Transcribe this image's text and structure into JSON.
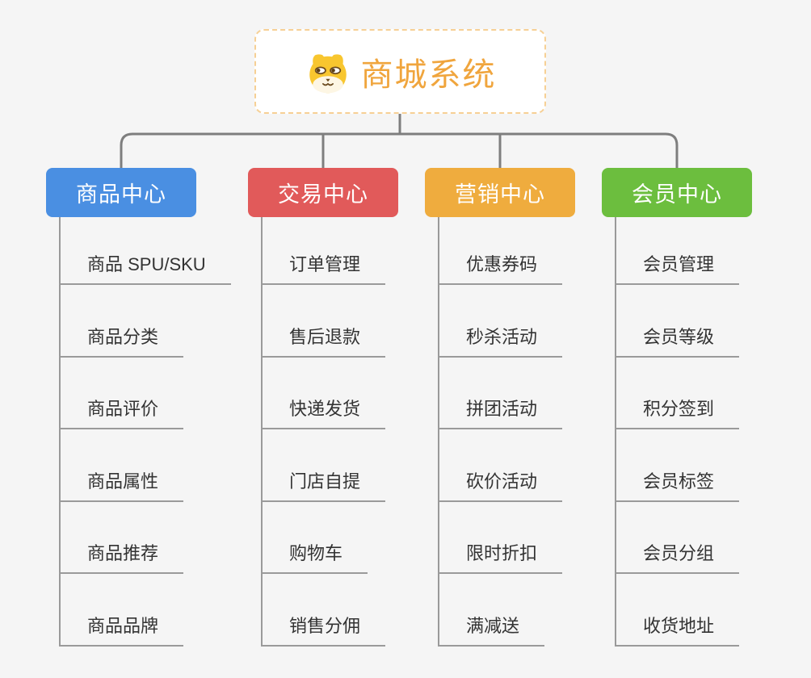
{
  "root": {
    "title": "商城系统",
    "icon": "dog-face-icon",
    "title_color": "#F0A53D",
    "border_color": "#F6D095"
  },
  "branches": [
    {
      "label": "商品中心",
      "color": "#4A8FE2",
      "children": [
        "商品 SPU/SKU",
        "商品分类",
        "商品评价",
        "商品属性",
        "商品推荐",
        "商品品牌"
      ]
    },
    {
      "label": "交易中心",
      "color": "#E15A5A",
      "children": [
        "订单管理",
        "售后退款",
        "快递发货",
        "门店自提",
        "购物车",
        "销售分佣"
      ]
    },
    {
      "label": "营销中心",
      "color": "#EFAC3E",
      "children": [
        "优惠券码",
        "秒杀活动",
        "拼团活动",
        "砍价活动",
        "限时折扣",
        "满减送"
      ]
    },
    {
      "label": "会员中心",
      "color": "#6CBE3E",
      "children": [
        "会员管理",
        "会员等级",
        "积分签到",
        "会员标签",
        "会员分组",
        "收货地址"
      ]
    }
  ],
  "style": {
    "background": "#F5F5F5",
    "connector_color": "#7E7E7E",
    "line_color": "#9A9A9A",
    "item_text_color": "#333333",
    "branch_text_color": "#FFFFFF"
  }
}
